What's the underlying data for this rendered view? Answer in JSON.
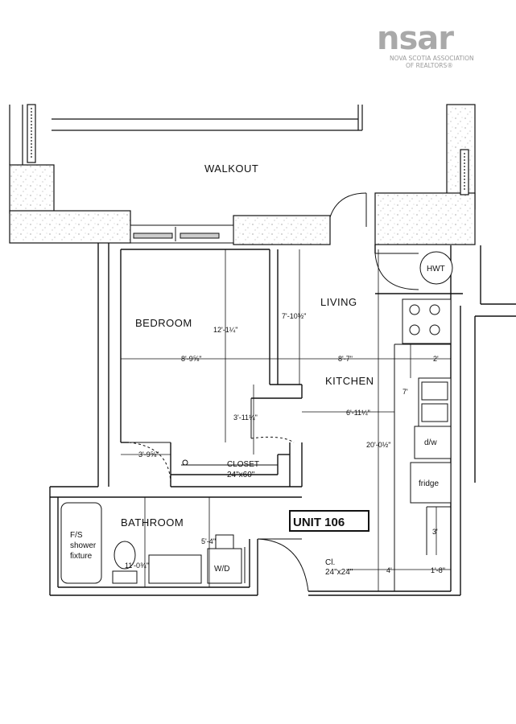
{
  "logo": {
    "mark": "nsar",
    "line1": "NOVA SCOTIA ASSOCIATION",
    "line2": "OF REALTORS®",
    "color": "#a9a9a9"
  },
  "plan": {
    "unit_label": "UNIT 106",
    "rooms": {
      "walkout": "WALKOUT",
      "bedroom": "BEDROOM",
      "living": "LIVING",
      "kitchen": "KITCHEN",
      "bathroom": "BATHROOM"
    },
    "fixtures": {
      "hwt": "HWT",
      "dw": "d/w",
      "fridge": "fridge",
      "closet_line1": "CLOSET",
      "closet_line2": "24\"x60\"",
      "shower_line1": "F/S",
      "shower_line2": "shower",
      "shower_line3": "fixture",
      "wd": "W/D",
      "cl_line1": "Cl.",
      "cl_line2": "24\"x24\""
    },
    "dimensions": {
      "bedroom_depth": "12'-1¼\"",
      "bedroom_width": "8'-9⅝\"",
      "living_depth": "7'-10½\"",
      "living_width": "8'-7\"",
      "kitchen_width": "6'-11¼\"",
      "kitchen_counter": "2'",
      "kitchen_depth": "7'",
      "closet_depth": "3'-11¼\"",
      "bedroom_door": "3'-9⅝\"",
      "unit_depth": "20'-0½\"",
      "bath_width": "5'-4\"",
      "bath_depth": "11'-0¾\"",
      "cl_width": "4'",
      "cl_side": "1'-8\"",
      "counter_depth": "3'"
    }
  }
}
